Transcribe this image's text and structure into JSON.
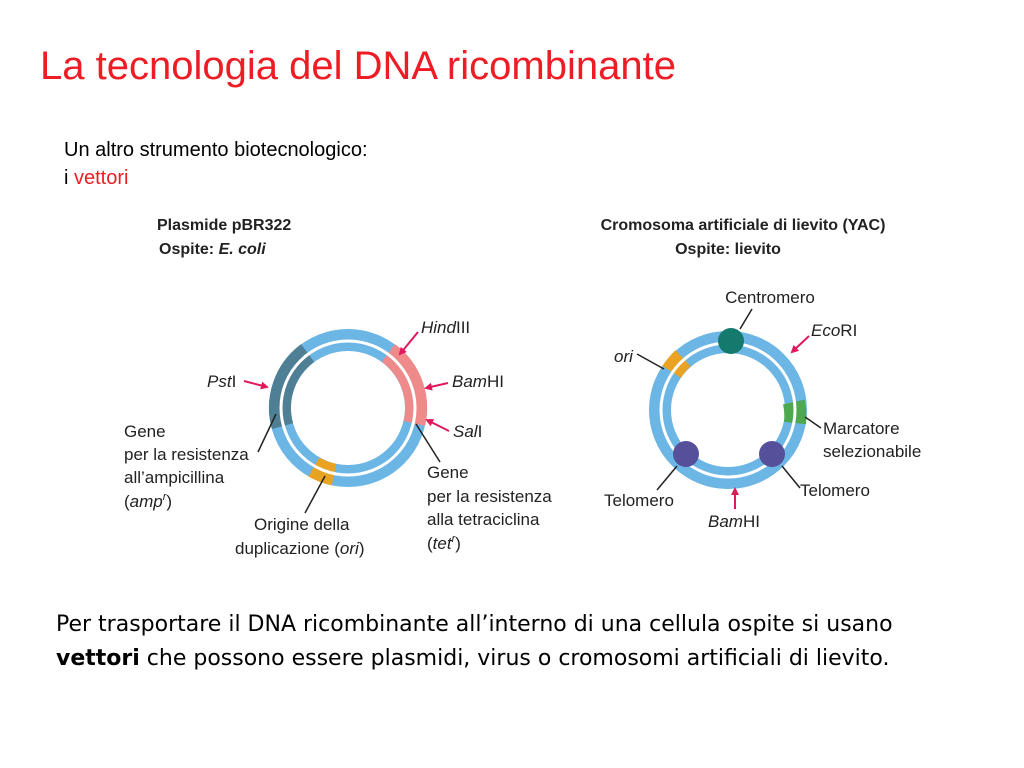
{
  "slide": {
    "title": "La tecnologia del DNA ricombinante",
    "subtitle_line1": "Un altro strumento biotecnologico:",
    "subtitle_line2_prefix": "i ",
    "subtitle_line2_red": "vettori"
  },
  "plasmid": {
    "header_line1": "Plasmide pBR322",
    "header_line2_prefix": "Ospite: ",
    "header_line2_italic": "E. coli",
    "sites": {
      "hind_italic": "Hind",
      "hind_rest": "III",
      "bam_italic": "Bam",
      "bam_rest": "HI",
      "sal_italic": "Sal",
      "sal_rest": "I",
      "pst_italic": "Pst",
      "pst_rest": "I"
    },
    "amp_label": {
      "line1": "Gene",
      "line2": "per la resistenza",
      "line3": "all’ampicillina",
      "line4_open": "(",
      "line4_italic": "amp",
      "line4_sup": "r",
      "line4_close": ")"
    },
    "tet_label": {
      "line1": "Gene",
      "line2": "per la resistenza",
      "line3": "alla tetraciclina",
      "line4_open": "(",
      "line4_italic": "tet",
      "line4_sup": "r",
      "line4_close": ")"
    },
    "ori_label": {
      "line1": "Origine della",
      "line2_prefix": "duplicazione (",
      "line2_italic": "ori",
      "line2_suffix": ")"
    }
  },
  "yac": {
    "header_line1": "Cromosoma artificiale di lievito (YAC)",
    "header_line2": "Ospite: lievito",
    "centromere": "Centromero",
    "eco_italic": "Eco",
    "eco_rest": "RI",
    "ori": "ori",
    "marker_line1": "Marcatore",
    "marker_line2": "selezionabile",
    "telomere_left": "Telomero",
    "telomere_right": "Telomero",
    "bam_italic": "Bam",
    "bam_rest": "HI"
  },
  "footer": {
    "text1": "Per trasportare il DNA ricombinante all’interno di una cellula ospite si usano",
    "bold": "vettori",
    "text2": " che possono essere plasmidi, virus o cromosomi artificiali di lievito."
  },
  "colors": {
    "title": "#ee1c25",
    "ring": "#6cb6e5",
    "amp_segment": "#4f7f95",
    "tet_segment": "#ee8a8a",
    "ori_segment": "#e8a323",
    "marker_segment": "#4ea84e",
    "centromere": "#137a6d",
    "telomere": "#56509b",
    "arrow": "#e0195b"
  }
}
